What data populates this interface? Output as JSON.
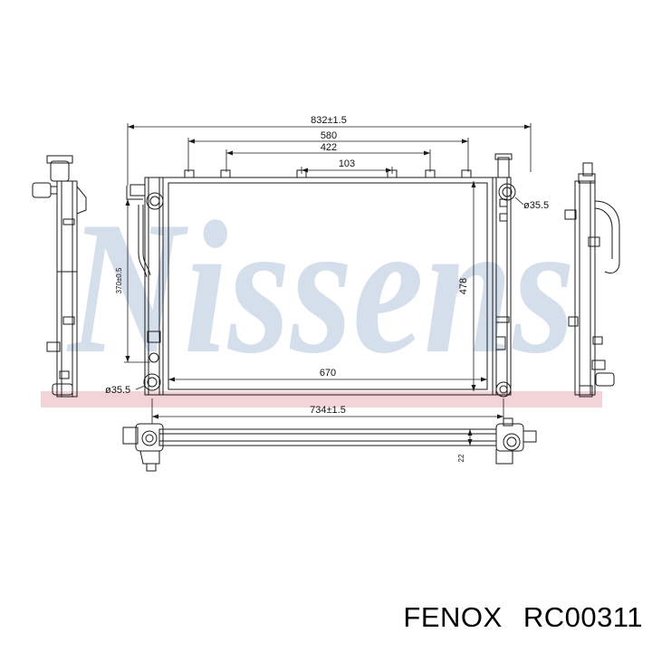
{
  "dimensions": {
    "overall_width": "832±1.5",
    "mount_span": "580",
    "inner_span": "422",
    "center_span": "103",
    "core_height": "478",
    "tank_height": "370±0.5",
    "core_width": "670",
    "total_width": "734±1.5",
    "depth": "22",
    "outlet_diameter": "ø35.5",
    "inlet_diameter": "ø35.5"
  },
  "watermark": "Nissens",
  "caption": {
    "brand": "FENOX",
    "part_number": "RC00311"
  },
  "colors": {
    "watermark": "#c7d5e6",
    "watermark_band": "#f2d3d8",
    "line": "#1a1a1a"
  }
}
